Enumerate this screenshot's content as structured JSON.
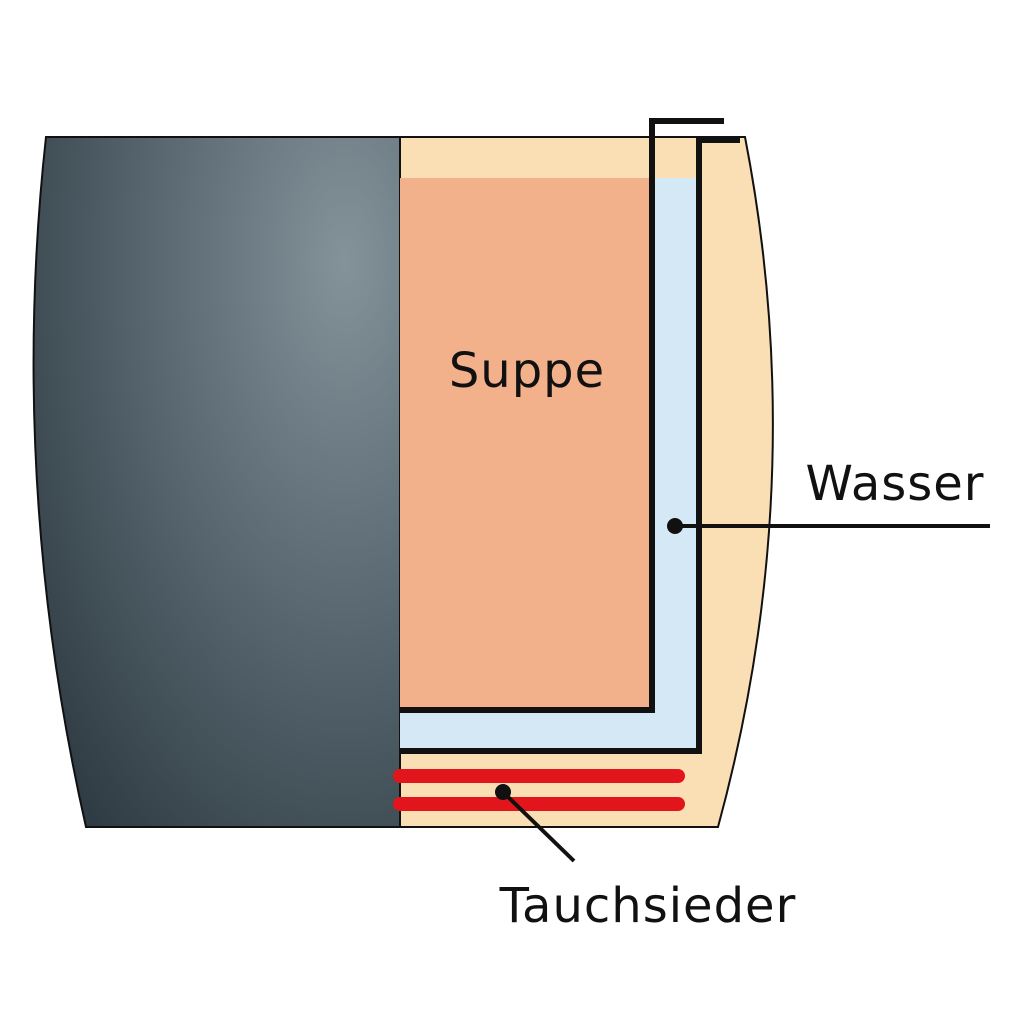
{
  "labels": {
    "soup": "Suppe",
    "water": "Wasser",
    "heater": "Tauchsieder"
  },
  "colors": {
    "casing_dark": "#3f4d55",
    "casing_light": "#7f8d95",
    "soup": "#f3b18b",
    "water": "#d5e8f6",
    "outer_pot": "#fbdfb4",
    "heater": "#e2141c",
    "lines": "#111111"
  },
  "icons": {
    "heater_coil": "heating-element-icon"
  }
}
